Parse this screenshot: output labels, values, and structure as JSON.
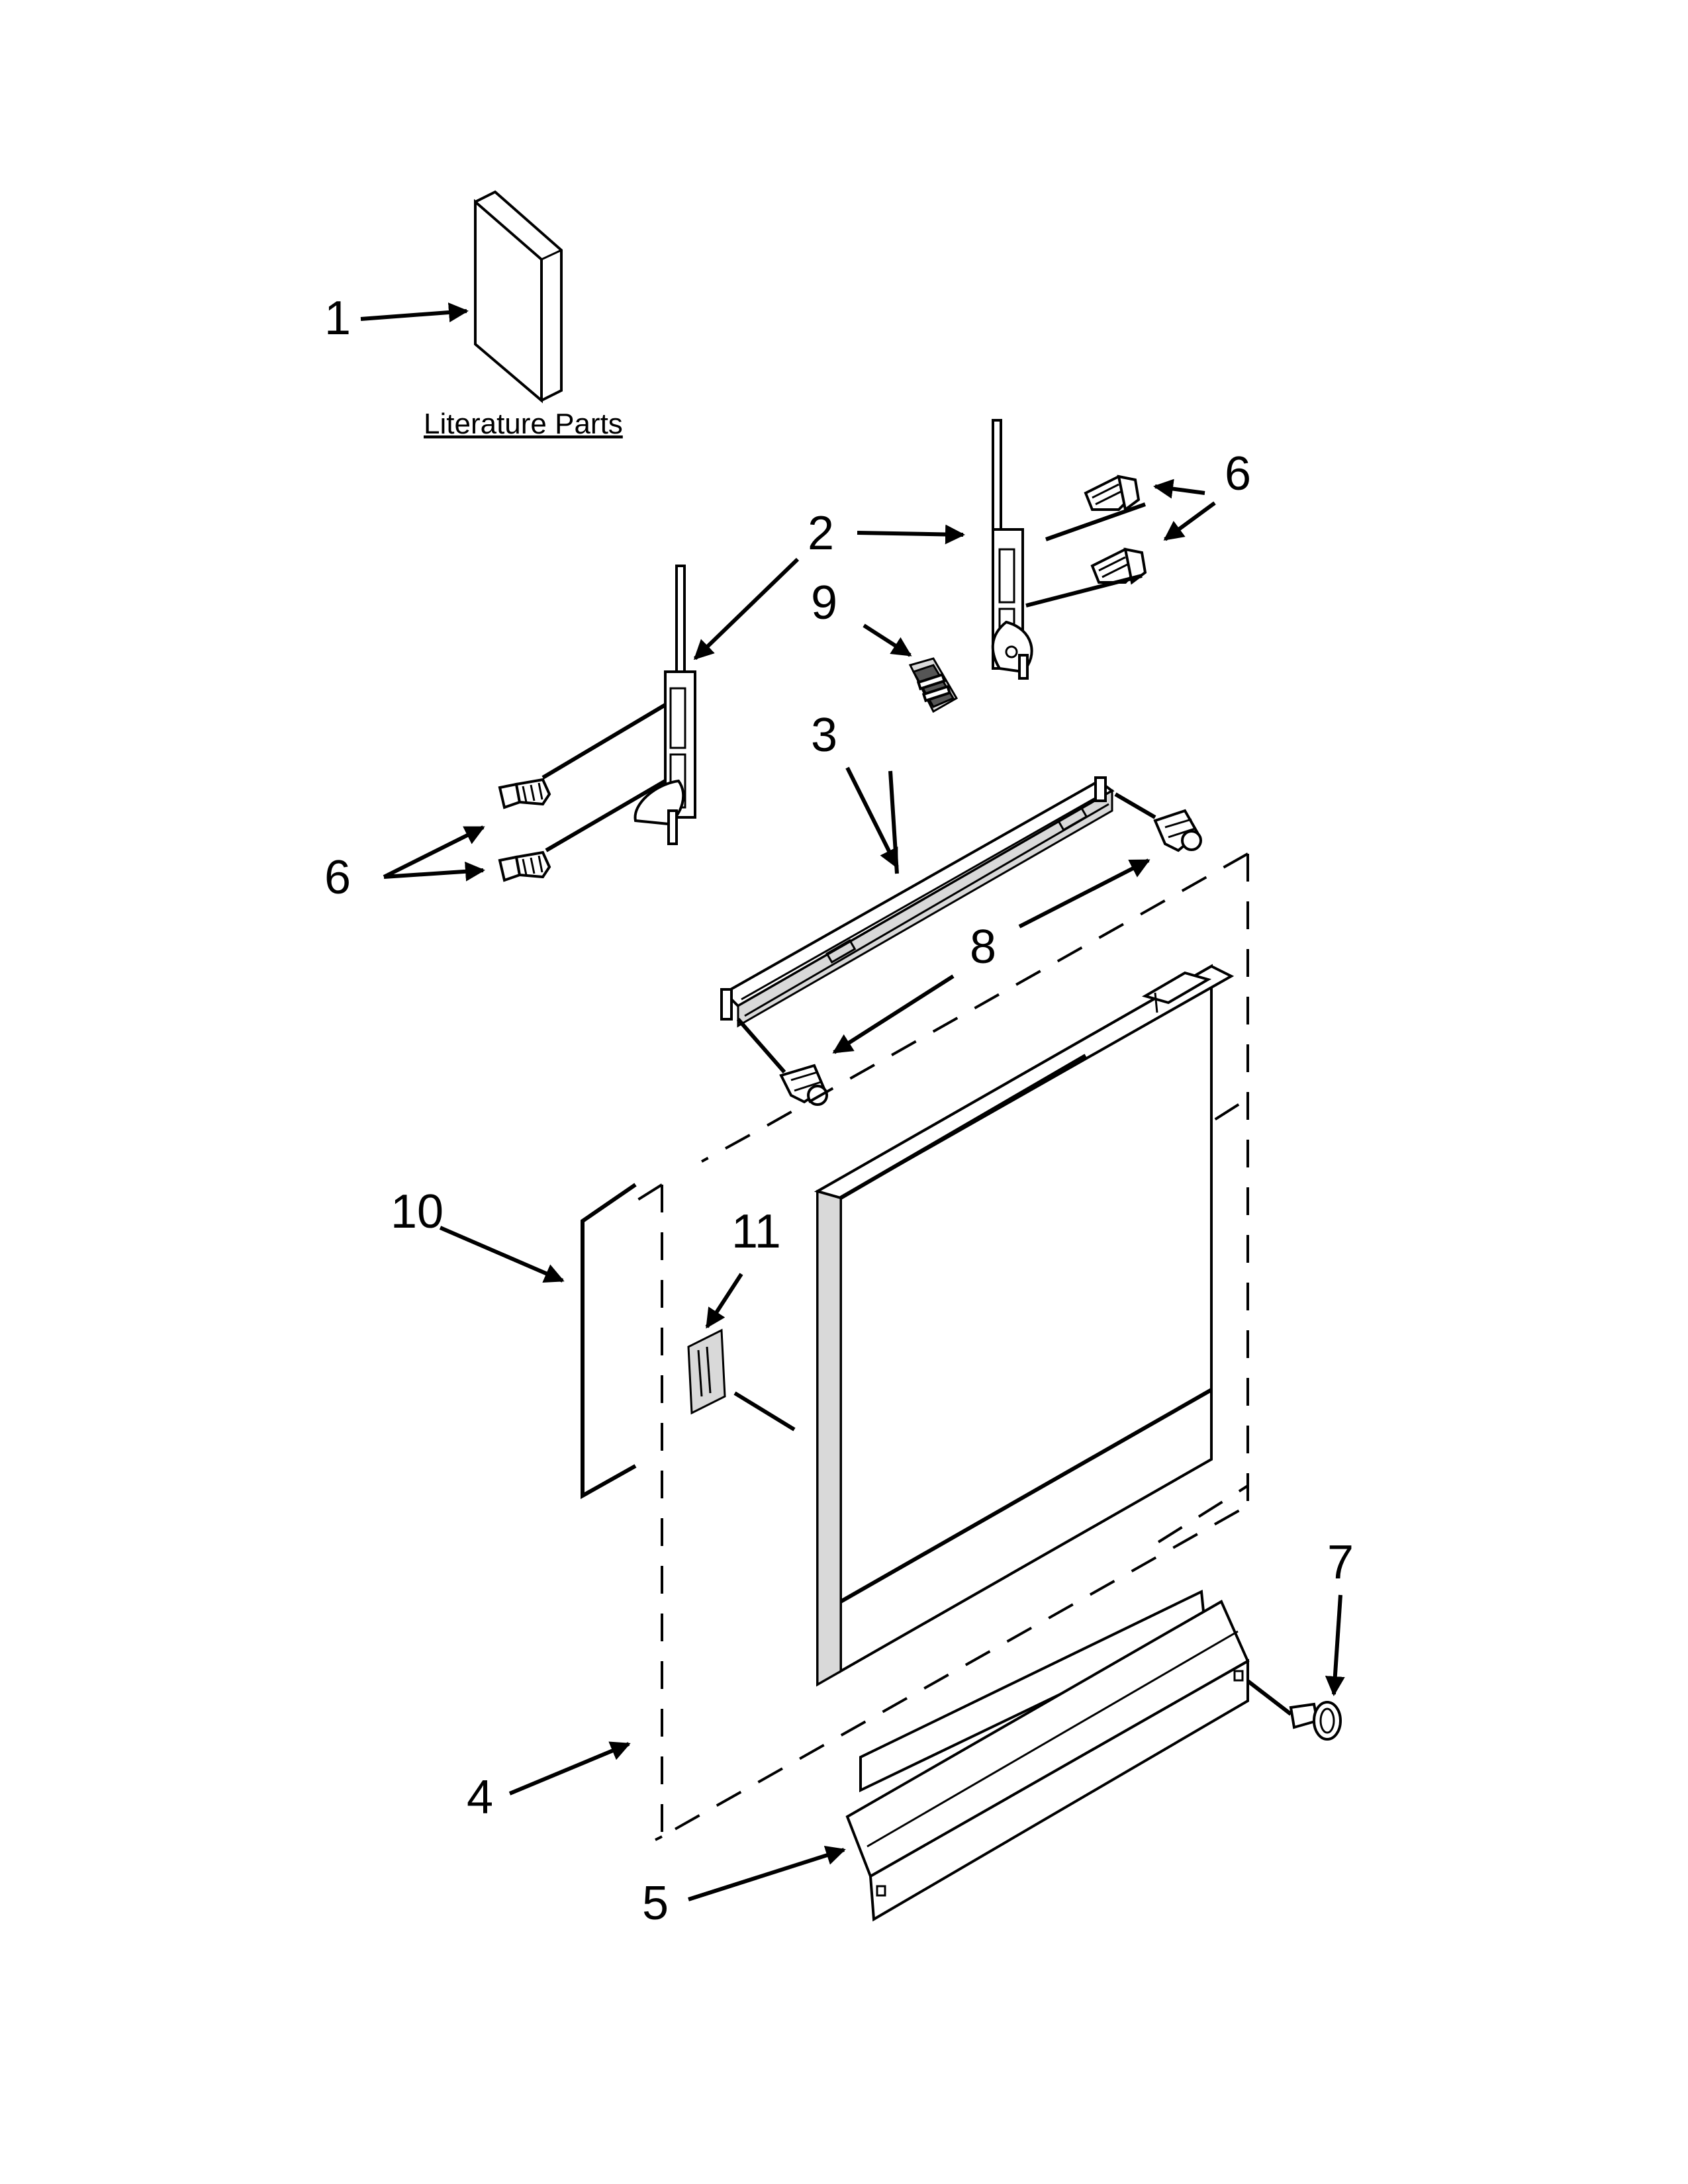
{
  "caption": "Literature Parts",
  "callouts": {
    "c1": "1",
    "c2": "2",
    "c3": "3",
    "c4": "4",
    "c5": "5",
    "c6a": "6",
    "c6b": "6",
    "c7": "7",
    "c8": "8",
    "c9": "9",
    "c10": "10",
    "c11": "11"
  }
}
